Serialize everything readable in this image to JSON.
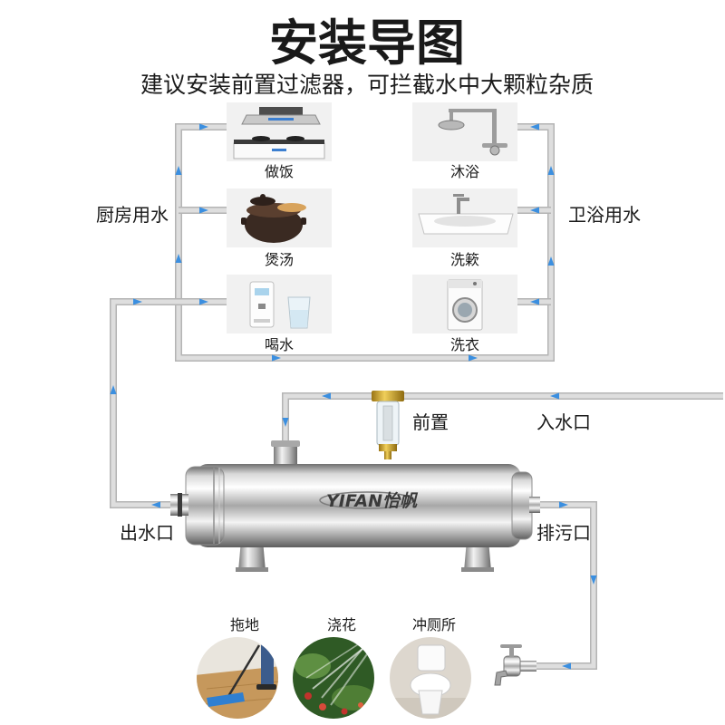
{
  "title": "安装导图",
  "subtitle": "建议安装前置过滤器，可拦截水中大颗粒杂质",
  "kitchen": {
    "label": "厨房用水",
    "items": [
      {
        "label": "做饭",
        "icon": "range-hood-stove-icon"
      },
      {
        "label": "煲汤",
        "icon": "clay-pot-icon"
      },
      {
        "label": "喝水",
        "icon": "water-dispenser-icon"
      }
    ]
  },
  "bathroom": {
    "label": "卫浴用水",
    "items": [
      {
        "label": "沐浴",
        "icon": "shower-icon"
      },
      {
        "label": "洗簌",
        "icon": "washbasin-icon"
      },
      {
        "label": "洗衣",
        "icon": "washing-machine-icon"
      }
    ]
  },
  "filter": {
    "prefilter_label": "前置",
    "inlet_label": "入水口",
    "outlet_label": "出水口",
    "drain_label": "排污口",
    "logo": "YIFAN怡帆"
  },
  "drain_uses": [
    {
      "label": "拖地",
      "icon": "mopping-photo"
    },
    {
      "label": "浇花",
      "icon": "watering-flowers-photo"
    },
    {
      "label": "冲厕所",
      "icon": "toilet-photo"
    }
  ],
  "colors": {
    "pipe_edge": "#b4b4b4",
    "pipe_core": "#dedede",
    "arrow": "#3b8fe0",
    "text": "#1a1a1a"
  }
}
